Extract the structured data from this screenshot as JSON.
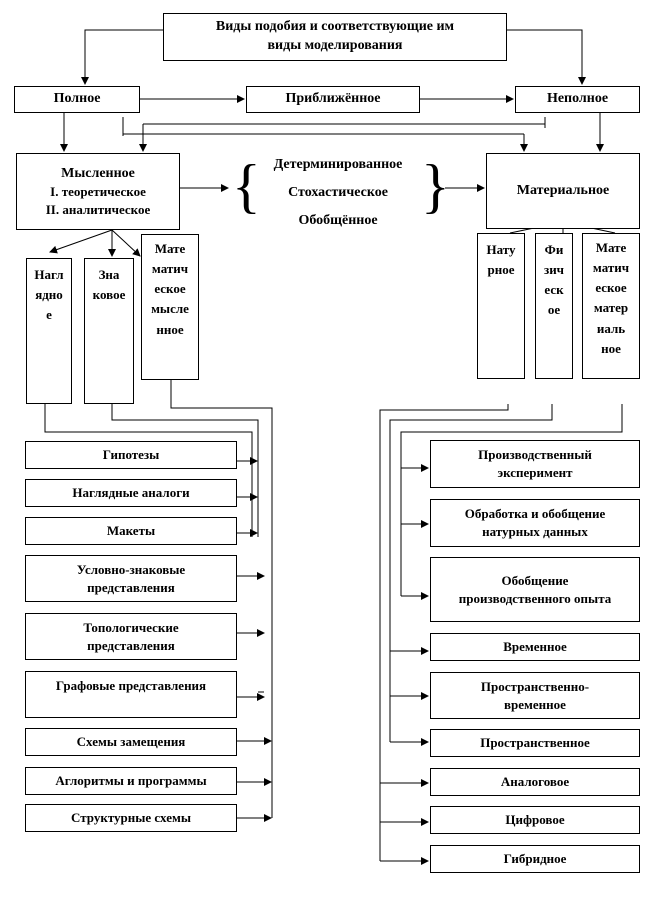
{
  "title": "Виды подобия и соответствующие им\nвиды моделирования",
  "similarity": {
    "full": "Полное",
    "approximate": "Приближённое",
    "incomplete": "Неполное"
  },
  "mental": {
    "title": "Мысленное",
    "line1": "I. теоретическое",
    "line2": "II. аналитическое"
  },
  "kinds": {
    "determined": "Детерминированное",
    "stochastic": "Стохастическое",
    "generalized": "Обобщённое"
  },
  "material": "Материальное",
  "mental_types": {
    "visual": "Нагл\nядно\nе",
    "sign": "Зна\nковое",
    "math": "Мате\nматич\nеское\nмысле\nнное"
  },
  "material_types": {
    "natural": "Нату\nрное",
    "physical": "Фи\nзич\nеск\nое",
    "math": "Мате\nматич\nеское\nматер\nиаль\nное"
  },
  "left_items": [
    "Гипотезы",
    "Наглядные аналоги",
    "Макеты",
    "Условно-знаковые\nпредставления",
    "Топологические\nпредставления",
    "Графовые представления",
    "Схемы замещения",
    "Аглоритмы и программы",
    "Структурные схемы"
  ],
  "right_items": [
    "Производственный\nэксперимент",
    "Обработка и обобщение\nнатурных данных",
    "Обобщение\nпроизводственного опыта",
    "Временное",
    "Пространственно-\nвременное",
    "Пространственное",
    "Аналоговое",
    "Цифровое",
    "Гибридное"
  ]
}
